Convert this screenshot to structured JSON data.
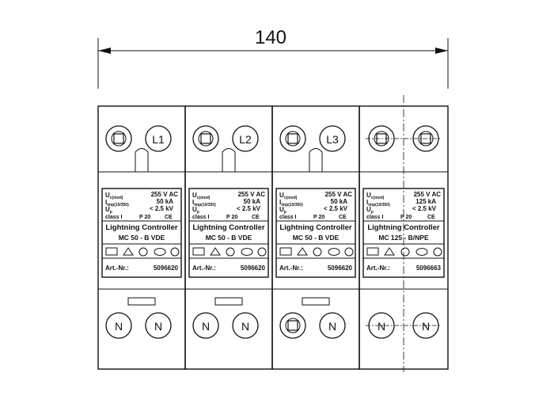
{
  "dimension": {
    "width_label": "140"
  },
  "modules": [
    {
      "id": "m1",
      "top_terminals": [
        {
          "label": ""
        },
        {
          "label": "L1"
        }
      ],
      "ratings": {
        "u_label": "U",
        "u_sub": "c(mod)",
        "u_val": "255 V AC",
        "i_label": "I",
        "i_sub": "imp(10/350)",
        "i_val": "50 kA",
        "up_label": "U",
        "up_sub": "p",
        "up_val": "< 2.5 kV",
        "class_label": "class I",
        "p_val": "P 20",
        "ce": "CE"
      },
      "brand": "Lightning Controller",
      "model": "MC 50 - B VDE",
      "art_label": "Art.-Nr.:",
      "art_no": "5096620",
      "bottom_terminals": [
        {
          "label": "N"
        },
        {
          "label": "N"
        }
      ]
    },
    {
      "id": "m2",
      "top_terminals": [
        {
          "label": ""
        },
        {
          "label": "L2"
        }
      ],
      "ratings": {
        "u_label": "U",
        "u_sub": "c(mod)",
        "u_val": "255 V AC",
        "i_label": "I",
        "i_sub": "imp(10/350)",
        "i_val": "50 kA",
        "up_label": "U",
        "up_sub": "p",
        "up_val": "< 2.5 kV",
        "class_label": "class I",
        "p_val": "P 20",
        "ce": "CE"
      },
      "brand": "Lightning Controller",
      "model": "MC 50 - B VDE",
      "art_label": "Art.-Nr.:",
      "art_no": "5096620",
      "bottom_terminals": [
        {
          "label": "N"
        },
        {
          "label": "N"
        }
      ]
    },
    {
      "id": "m3",
      "top_terminals": [
        {
          "label": ""
        },
        {
          "label": "L3"
        }
      ],
      "ratings": {
        "u_label": "U",
        "u_sub": "c(mod)",
        "u_val": "255 V AC",
        "i_label": "I",
        "i_sub": "imp(10/350)",
        "i_val": "50 kA",
        "up_label": "U",
        "up_sub": "p",
        "up_val": "< 2.5 kV",
        "class_label": "class I",
        "p_val": "P 20",
        "ce": "CE"
      },
      "brand": "Lightning Controller",
      "model": "MC 50 - B VDE",
      "art_label": "Art.-Nr.:",
      "art_no": "5096620",
      "bottom_terminals": [
        {
          "label": ""
        },
        {
          "label": "N"
        }
      ]
    },
    {
      "id": "m4",
      "top_terminals": [
        {
          "label": ""
        },
        {
          "label": ""
        }
      ],
      "ratings": {
        "u_label": "U",
        "u_sub": "c(mod)",
        "u_val": "255 V AC",
        "i_label": "I",
        "i_sub": "imp(10/350)",
        "i_val": "125 kA",
        "up_label": "U",
        "up_sub": "p",
        "up_val": "< 2.5 kV",
        "class_label": "class I",
        "p_val": "P 20",
        "ce": "CE"
      },
      "brand": "Lightning Controller",
      "model": "MC 125 - B/NPE",
      "art_label": "Art.-Nr.:",
      "art_no": "5096663",
      "bottom_terminals": [
        {
          "label": "N"
        },
        {
          "label": "N"
        }
      ]
    }
  ]
}
